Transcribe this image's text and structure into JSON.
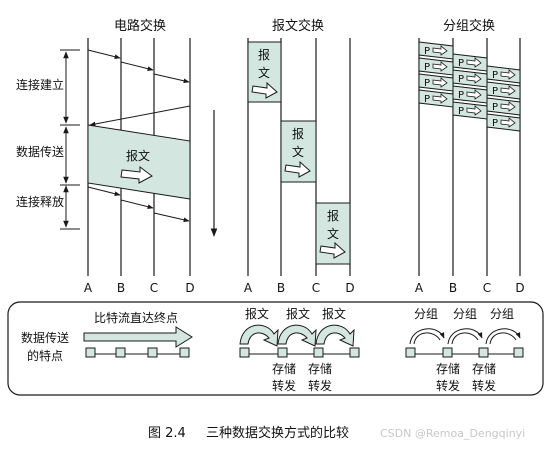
{
  "titles": {
    "circuit": "电路交换",
    "message": "报文交换",
    "packet": "分组交换"
  },
  "phases": {
    "setup": "连接建立",
    "transfer": "数据传送",
    "release": "连接释放"
  },
  "nodes": [
    "A",
    "B",
    "C",
    "D"
  ],
  "labels": {
    "message_chars": [
      "报",
      "文"
    ],
    "message_inline": "报文",
    "packet": "P"
  },
  "bottom": {
    "row_label": [
      "数据传送",
      "的特点"
    ],
    "circuit_flow": "比特流直达终点",
    "message_hops": "报文",
    "packet_hops": "分组",
    "store_forward": [
      "存储",
      "转发"
    ]
  },
  "caption": {
    "number": "图 2.4",
    "text": "三种数据交换方式的比较"
  },
  "watermark": "CSDN @Remoa_Dengqinyi",
  "colors": {
    "fill": "#d3e6df",
    "stroke": "#1a1a1a"
  }
}
